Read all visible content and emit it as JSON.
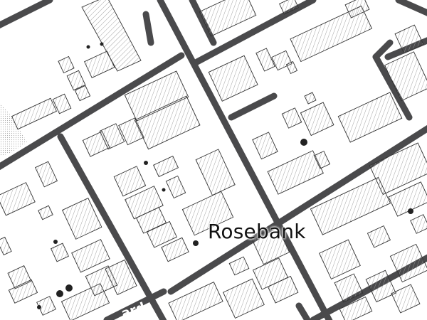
{
  "map": {
    "place_label": "Rosebank",
    "street_label": "ard",
    "road_fragment": "c",
    "colors": {
      "background": "#ffffff",
      "road": "#4a4a4c",
      "building_stroke": "#333333",
      "hatch": "#9a9a9a",
      "dots": "#222222"
    }
  }
}
